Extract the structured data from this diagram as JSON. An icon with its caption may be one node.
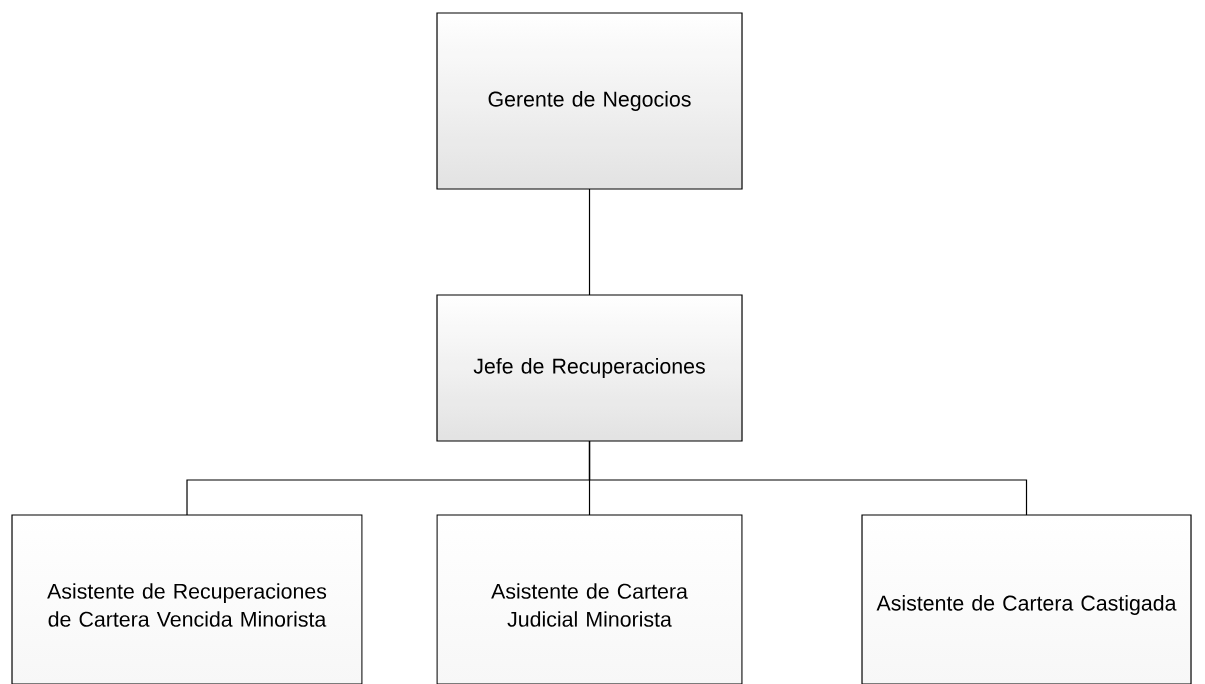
{
  "diagram": {
    "nodes": [
      {
        "text": [
          "Gerente de Negocios"
        ]
      },
      {
        "text": [
          "Jefe de Recuperaciones"
        ]
      },
      {
        "text": [
          "Asistente de Recuperaciones de Cartera Vencida Minorista"
        ]
      },
      {
        "text": [
          "Asistente de Cartera Judicial Minorista"
        ]
      },
      {
        "text": [
          "Asistente de Cartera Castigada"
        ]
      }
    ],
    "edges": [
      {
        "from": 0,
        "to": 1,
        "arrow": "none"
      },
      {
        "from": 1,
        "to": 2,
        "arrow": "none"
      },
      {
        "from": 1,
        "to": 3,
        "arrow": "none"
      },
      {
        "from": 1,
        "to": 4,
        "arrow": "none"
      }
    ]
  }
}
